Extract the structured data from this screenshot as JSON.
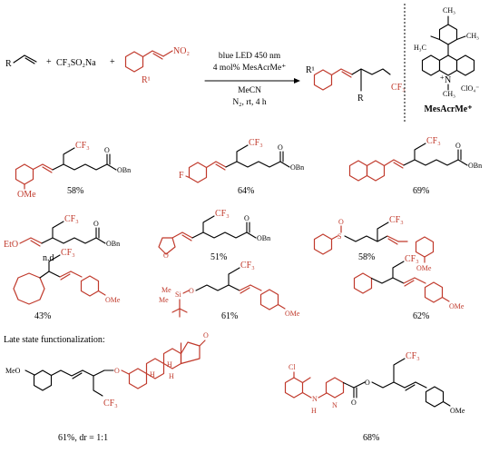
{
  "colors": {
    "bond": "#000000",
    "highlight": "#c0392b"
  },
  "reaction": {
    "reagent_cf3": "CF₃SO₂Na",
    "plus": "+",
    "r_label": "R",
    "r1_label": "R¹",
    "no2_label": "NO₂",
    "conditions": [
      "blue LED 450 nm",
      "4 mol% MesAcrMe⁺",
      "MeCN",
      "N₂, rt, 4 h"
    ],
    "product_cf3": "CF₃",
    "product_r": "R",
    "product_r1": "R¹"
  },
  "catalyst": {
    "ch3": "CH₃",
    "h3c": "H₃C",
    "n_label": "N",
    "n_plus": "+",
    "n_me": "CH₃",
    "counterion": "ClO₄⁻",
    "name": "MesAcrMe⁺"
  },
  "labels": {
    "cf3": "CF₃",
    "obn": "OBn",
    "o": "O",
    "ome": "OMe",
    "meo": "MeO",
    "f": "F",
    "eto": "EtO",
    "s": "S",
    "si": "Si",
    "me": "Me",
    "cl": "Cl",
    "n": "N",
    "h": "H"
  },
  "yields": {
    "p1": "58%",
    "p2": "64%",
    "p3": "69%",
    "p4": "n.d",
    "p5": "51%",
    "p6": "58%",
    "p7": "43%",
    "p8": "61%",
    "p9": "62%",
    "p10": "61%, dr = 1:1",
    "p11": "68%"
  },
  "late_stage_header": "Late state functionalization:"
}
